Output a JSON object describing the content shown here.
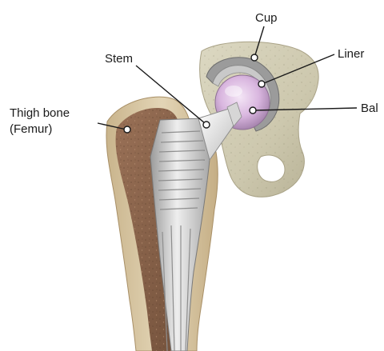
{
  "labels": {
    "cup": "Cup",
    "liner": "Liner",
    "ball": "Bal",
    "stem": "Stem",
    "thigh_bone_line1": "Thigh bone",
    "thigh_bone_line2": "(Femur)"
  },
  "colors": {
    "background": "#ffffff",
    "pelvis_bone": "#cdc8ae",
    "pelvis_shadow": "#a9a286",
    "femur_cortex": "#d8c7a4",
    "femur_marrow": "#8a6347",
    "stem_metal": "#cfcfcf",
    "stem_dark": "#8e8e8e",
    "ball": "#d9b6df",
    "liner_ring": "#bdbdbd",
    "leader_line": "#1a1a1a"
  }
}
